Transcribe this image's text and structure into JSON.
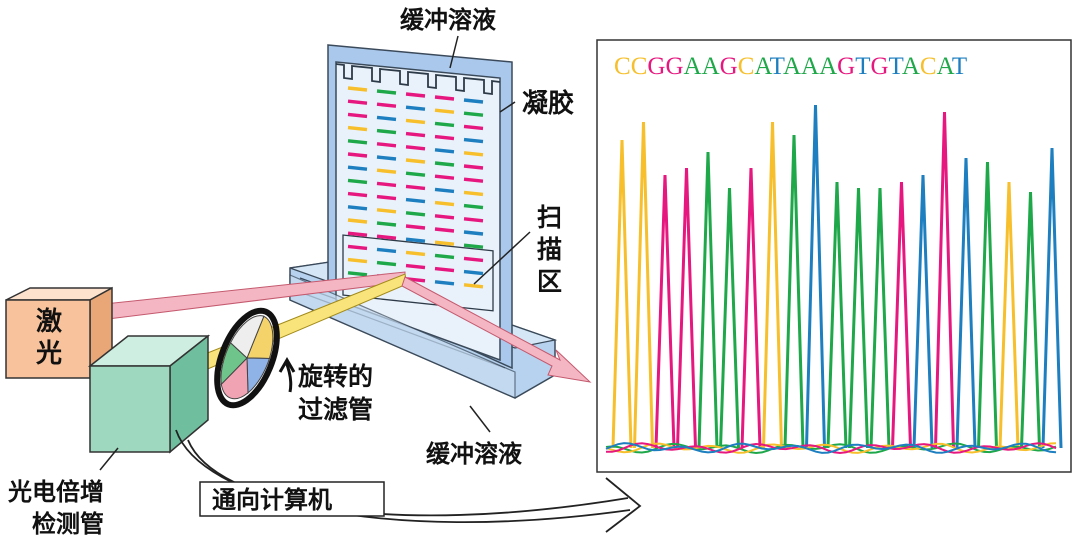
{
  "labels": {
    "buffer_top": "缓冲溶液",
    "gel": "凝胶",
    "scan_zone": [
      "扫",
      "描",
      "区"
    ],
    "laser": [
      "激",
      "光"
    ],
    "rotating_filter": [
      "旋转的",
      "过滤管"
    ],
    "buffer_bottom": "缓冲溶液",
    "pmt": [
      "光电倍增",
      "检测管"
    ],
    "to_computer": "通向计算机"
  },
  "colors": {
    "A": "#1fa84a",
    "C": "#f6bf2b",
    "G": "#e6187f",
    "T": "#1e7fc0",
    "laser_beam": "#f5b6c4",
    "gel_blue": "#bcd4ee",
    "laser_box": "#f7c7a0",
    "detector_box": "#9fd8c0"
  },
  "chromatogram": {
    "sequence": "CCGGAAGCATAAAGTGTACAT"
  },
  "gel_lanes": {
    "rows": 15,
    "lanes": 5
  }
}
